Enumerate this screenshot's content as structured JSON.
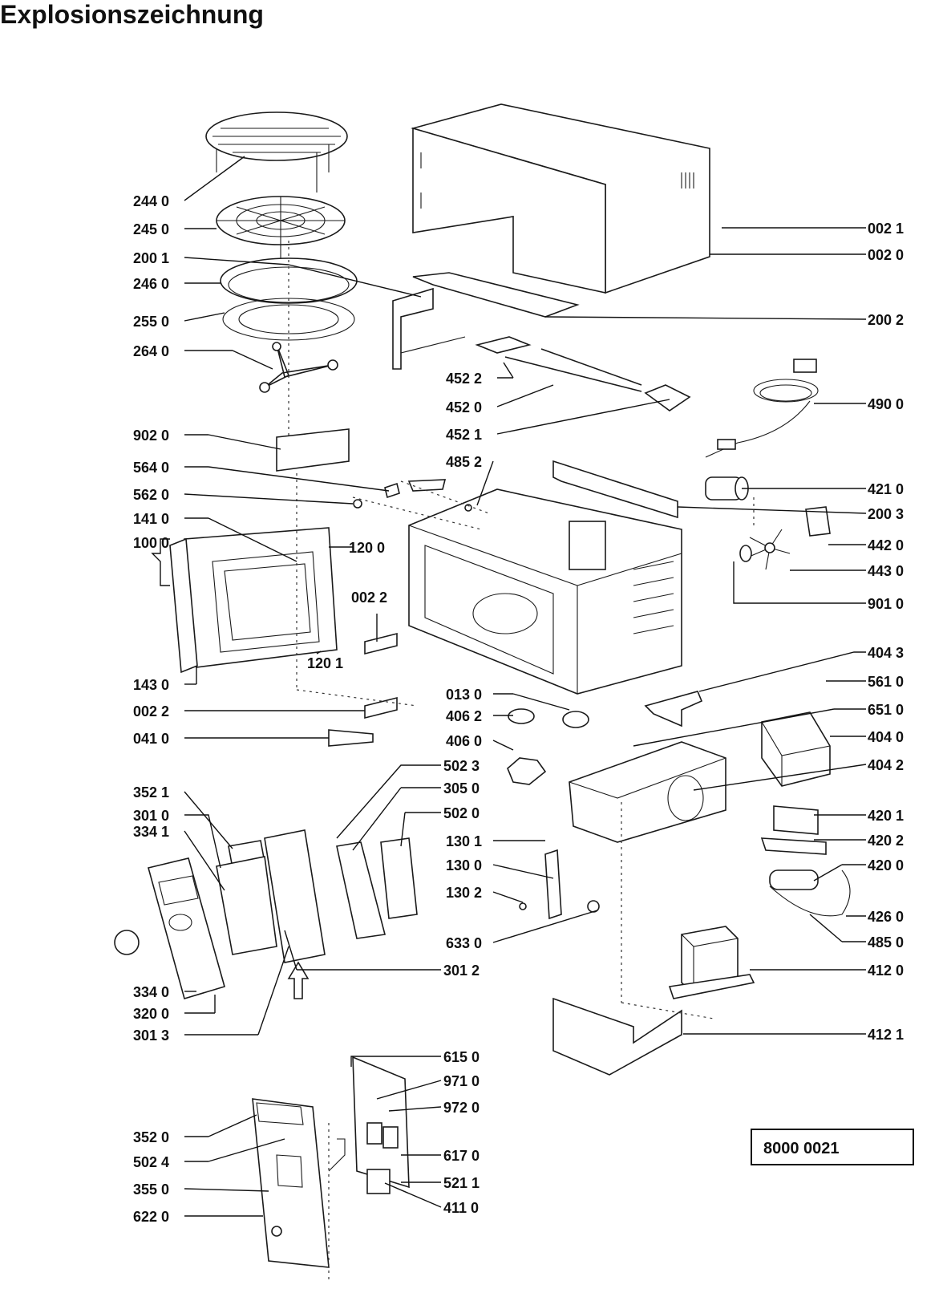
{
  "title": "Explosionszeichnung",
  "drawing_number": "8000 0021",
  "parts": {
    "p244_0": "244 0",
    "p245_0": "245 0",
    "p200_1": "200 1",
    "p246_0": "246 0",
    "p255_0": "255 0",
    "p264_0": "264 0",
    "p902_0": "902 0",
    "p564_0": "564 0",
    "p562_0": "562 0",
    "p141_0": "141 0",
    "p100_0": "100 0",
    "p120_0": "120 0",
    "p002_2a": "002 2",
    "p120_1": "120 1",
    "p143_0": "143 0",
    "p002_2b": "002 2",
    "p041_0": "041 0",
    "p352_1": "352 1",
    "p301_0": "301 0",
    "p334_1": "334 1",
    "p334_0": "334 0",
    "p320_0": "320 0",
    "p301_3": "301 3",
    "p352_0": "352 0",
    "p502_4": "502 4",
    "p355_0": "355 0",
    "p622_0": "622 0",
    "p452_2": "452 2",
    "p452_0": "452 0",
    "p452_1": "452 1",
    "p485_2": "485 2",
    "p013_0": "013 0",
    "p406_2": "406 2",
    "p406_0": "406 0",
    "p502_3": "502 3",
    "p305_0": "305 0",
    "p502_0": "502 0",
    "p130_1": "130 1",
    "p130_0": "130 0",
    "p130_2": "130 2",
    "p633_0": "633 0",
    "p301_2": "301 2",
    "p615_0": "615 0",
    "p971_0": "971 0",
    "p972_0": "972 0",
    "p617_0": "617 0",
    "p521_1": "521 1",
    "p411_0": "411 0",
    "p002_1": "002 1",
    "p002_0": "002 0",
    "p200_2": "200 2",
    "p490_0": "490 0",
    "p421_0": "421 0",
    "p200_3": "200 3",
    "p442_0": "442 0",
    "p443_0": "443 0",
    "p901_0": "901 0",
    "p404_3": "404 3",
    "p561_0": "561 0",
    "p651_0": "651 0",
    "p404_0": "404 0",
    "p404_2": "404 2",
    "p420_1": "420 1",
    "p420_2": "420 2",
    "p420_0": "420 0",
    "p426_0": "426 0",
    "p485_0": "485 0",
    "p412_0": "412 0",
    "p412_1": "412 1"
  }
}
